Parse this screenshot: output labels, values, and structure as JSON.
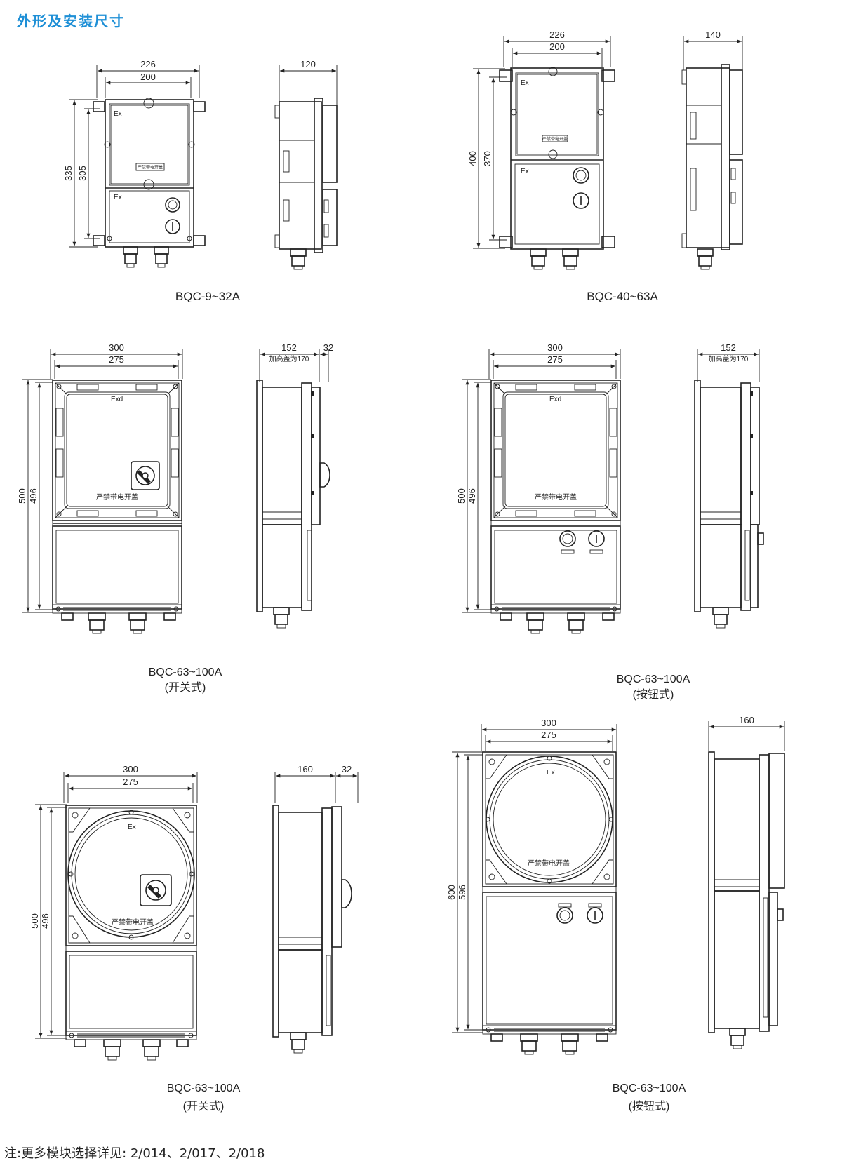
{
  "header": {
    "title": "外形及安装尺寸"
  },
  "note": "注:更多模块选择详见: 2/014、2/017、2/018",
  "marks": {
    "ex": "Ex",
    "exd": "Exd",
    "warning": "严禁带电开盖",
    "heightened_cover": "加高盖为170"
  },
  "models": [
    {
      "id": "m1",
      "name": "BQC-9~32A",
      "dims": {
        "outer_w": "226",
        "inner_w": "200",
        "outer_h": "335",
        "inner_h": "305",
        "depth": "120"
      }
    },
    {
      "id": "m2",
      "name": "BQC-40~63A",
      "dims": {
        "outer_w": "226",
        "inner_w": "200",
        "outer_h": "400",
        "inner_h": "370",
        "depth": "140"
      }
    },
    {
      "id": "m3",
      "name": "BQC-63~100A",
      "variant": "(开关式)",
      "dims": {
        "outer_w": "300",
        "inner_w": "275",
        "outer_h": "500",
        "inner_h": "496",
        "depth": "152",
        "extra": "32"
      }
    },
    {
      "id": "m4",
      "name": "BQC-63~100A",
      "variant": "(按钮式)",
      "dims": {
        "outer_w": "300",
        "inner_w": "275",
        "outer_h": "500",
        "inner_h": "496",
        "depth": "152"
      }
    },
    {
      "id": "m5",
      "name": "BQC-63~100A",
      "variant": "(开关式)",
      "dims": {
        "outer_w": "300",
        "inner_w": "275",
        "outer_h": "500",
        "inner_h": "496",
        "depth": "160",
        "extra": "32"
      }
    },
    {
      "id": "m6",
      "name": "BQC-63~100A",
      "variant": "(按钮式)",
      "dims": {
        "outer_w": "300",
        "inner_w": "275",
        "outer_h": "600",
        "inner_h": "596",
        "depth": "160"
      }
    }
  ]
}
